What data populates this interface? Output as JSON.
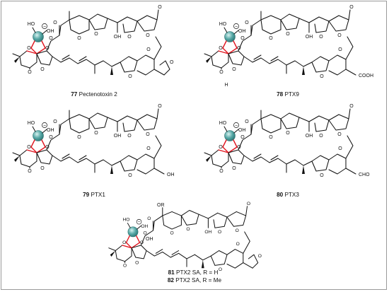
{
  "atom_labels": {
    "o": "O",
    "oh": "OH",
    "ho": "HO",
    "h": "H",
    "cooh": "COOH",
    "cho": "CHO",
    "or": "OR",
    "minus": "−"
  },
  "compounds": [
    {
      "number": "77",
      "name": "Pectenotoxin 2"
    },
    {
      "number": "78",
      "name": "PTX9"
    },
    {
      "number": "79",
      "name": "PTX1"
    },
    {
      "number": "80",
      "name": "PTX3"
    },
    {
      "number": "81",
      "name": "PTX2 SA, R = H"
    },
    {
      "number": "82",
      "name": "PTX2 SA, R = Me"
    }
  ],
  "colors": {
    "bond": "#111111",
    "oxygen_bond": "#e0141e",
    "boron_sphere": "#5aaaa8",
    "boron_highlight": "#d8f1ef",
    "frame": "#9a9a9a"
  }
}
